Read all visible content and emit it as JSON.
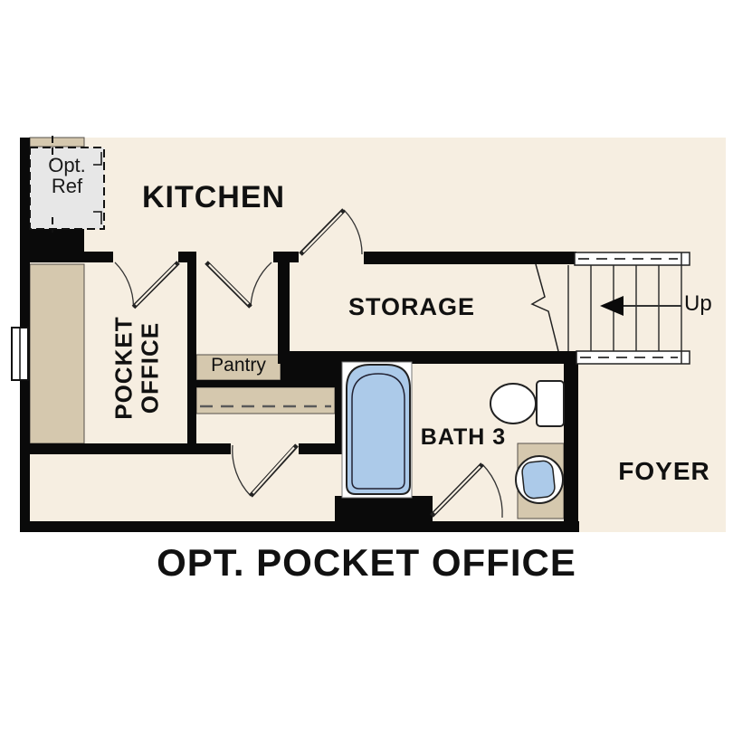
{
  "title": "OPT. POCKET OFFICE",
  "rooms": {
    "kitchen": "KITCHEN",
    "storage": "STORAGE",
    "pantry": "Pantry",
    "pocket_office_line1": "POCKET",
    "pocket_office_line2": "OFFICE",
    "bath": "BATH 3",
    "foyer": "FOYER"
  },
  "annotations": {
    "opt_ref_line1": "Opt.",
    "opt_ref_line2": "Ref",
    "stairs_direction": "Up"
  },
  "colors": {
    "floor": "#f6eee1",
    "cabinetry_tan": "#d5c8ae",
    "fixture_blue": "#accae9",
    "wall_black": "#0a0a0a",
    "optional_item_gray": "#e7e7e7",
    "background": "#ffffff"
  }
}
